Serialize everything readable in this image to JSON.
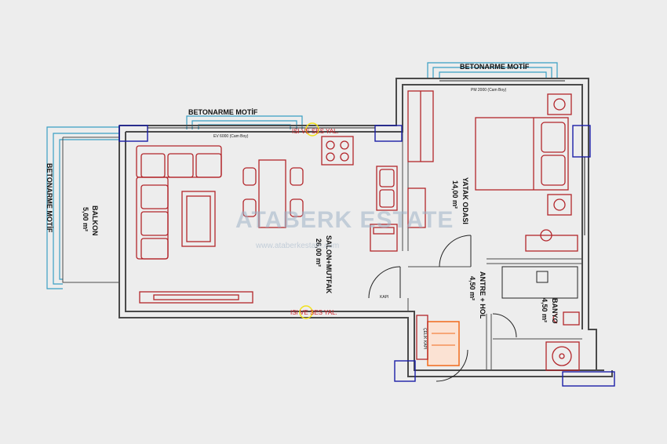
{
  "plan": {
    "betonarme_label": "BETONARME MOTİF",
    "rooms": {
      "balkon": {
        "name": "BALKON",
        "area": "5,00 m²"
      },
      "salon": {
        "name": "SALON+MUTFAK",
        "area": "26,00 m²"
      },
      "yatak": {
        "name": "YATAK ODASI",
        "area": "14,00 m²"
      },
      "antre": {
        "name": "ANTRE + HOL",
        "area": "4,50 m²"
      },
      "banyo": {
        "name": "BANYO",
        "area": "4,50 m²"
      }
    },
    "heating_label": "ISI VE SES YAL.",
    "window_labels": {
      "salon": "EV 6000 (Cam Boy)",
      "yatak": "PM 2000 (Cam Boy)"
    },
    "door_labels": {
      "main": "ÇELİK KAPI",
      "salon": "KAPI"
    }
  },
  "watermark": {
    "brand": "ATABERK ESTATE",
    "url": "www.ataberkestate.com"
  },
  "colors": {
    "walls": "#4a4a4a",
    "furniture": "#b3262b",
    "betonarme": "#3a9fc4",
    "columns": "#1b1fa8",
    "insulation": "#d2232a",
    "highlight": "#f2e11a",
    "heater": "#f26a1b"
  }
}
